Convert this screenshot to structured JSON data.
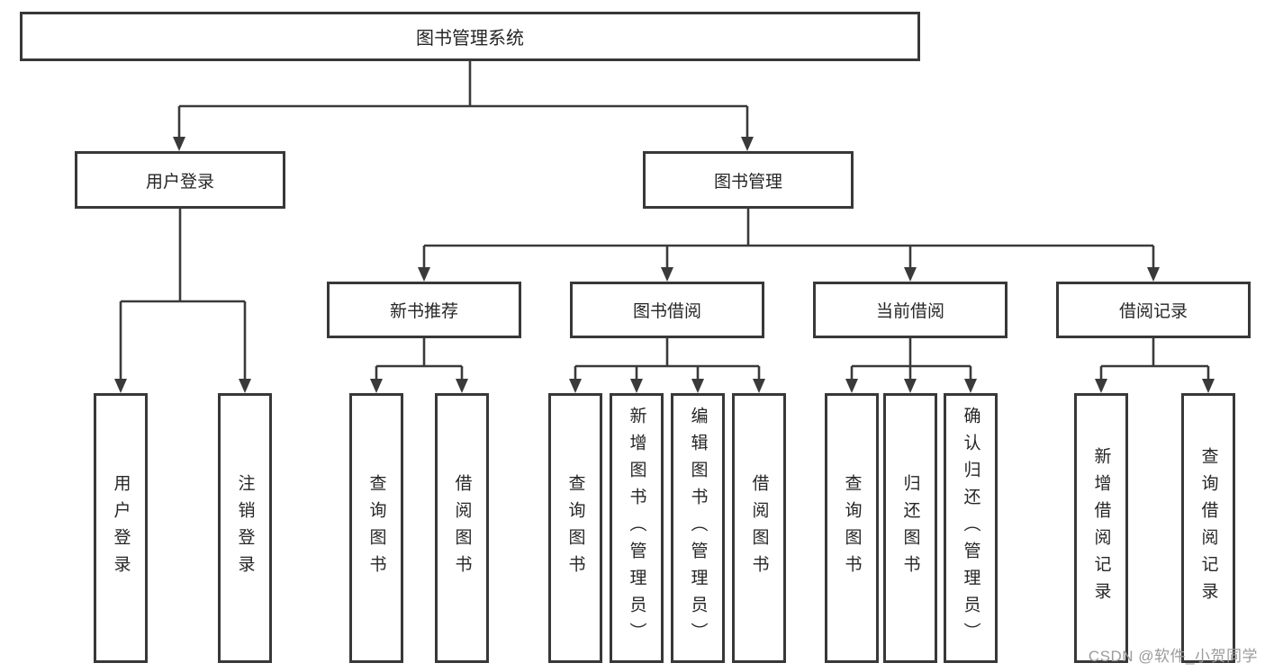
{
  "diagram": {
    "title": "图书管理系统",
    "level2": [
      {
        "label": "用户登录"
      },
      {
        "label": "图书管理"
      }
    ],
    "level3": [
      {
        "label": "新书推荐"
      },
      {
        "label": "图书借阅"
      },
      {
        "label": "当前借阅"
      },
      {
        "label": "借阅记录"
      }
    ],
    "leaves": {
      "user_login": [
        {
          "label": "用户登录"
        },
        {
          "label": "注销登录"
        }
      ],
      "new_book_recommend": [
        {
          "label": "查询图书"
        },
        {
          "label": "借阅图书"
        }
      ],
      "book_borrow": [
        {
          "label": "查询图书"
        },
        {
          "label": "新增图书（管理员）"
        },
        {
          "label": "编辑图书（管理员）"
        },
        {
          "label": "借阅图书"
        }
      ],
      "current_borrow": [
        {
          "label": "查询图书"
        },
        {
          "label": "归还图书"
        },
        {
          "label": "确认归还（管理员）"
        }
      ],
      "borrow_record": [
        {
          "label": "新增借阅记录"
        },
        {
          "label": "查询借阅记录"
        }
      ]
    }
  },
  "watermark": {
    "text": "CSDN @软件_小贺同学"
  },
  "colors": {
    "line": "#3a3a3a",
    "box_border": "#383838",
    "box_fill": "#ffffff",
    "text": "#262626",
    "watermark": "#9b9b9b",
    "background": "#ffffff"
  }
}
